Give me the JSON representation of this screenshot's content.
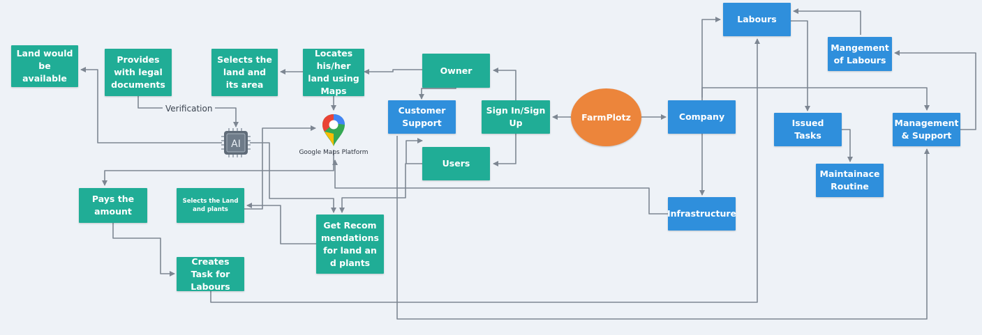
{
  "diagram": {
    "center": {
      "label": "FarmPlotz"
    },
    "nodes": {
      "land_available": "Land would be available",
      "legal_documents": "Provides with legal documents",
      "selects_land_area": "Selects the land and its area",
      "locates_land_maps": "Locates his/her land using Maps",
      "owner": "Owner",
      "customer_support": "Customer Support",
      "sign_in_up": "Sign In/Sign Up",
      "users": "Users",
      "pays_amount": "Pays the amount",
      "selects_land_plants": "Selects the Land and plants",
      "get_recommendations": "Get Recommendations for land and plants",
      "creates_task": "Creates Task for Labours",
      "company": "Company",
      "infrastructure": "Infrastructure",
      "labours": "Labours",
      "management_labours": "Mangement of Labours",
      "issued_tasks": "Issued Tasks",
      "maintenance_routine": "Maintainace Routine",
      "management_support": "Management & Support"
    },
    "edge_labels": {
      "verification": "Verification"
    },
    "icons": {
      "ai": {
        "name": "ai-chip-icon",
        "text": "AI"
      },
      "google_maps": {
        "name": "google-maps-pin-icon",
        "label": "Google Maps Platform"
      }
    },
    "colors": {
      "user_flow": "#20ad96",
      "company_flow": "#2f8fdc",
      "center": "#ec853b",
      "connector": "#7d8692"
    }
  }
}
